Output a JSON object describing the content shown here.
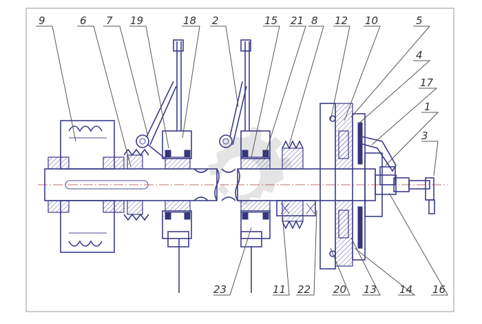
{
  "title": "",
  "callouts": {
    "c9": "9",
    "c6": "6",
    "c7": "7",
    "c19": "19",
    "c18": "18",
    "c2": "2",
    "c15": "15",
    "c21": "21",
    "c8": "8",
    "c12": "12",
    "c10": "10",
    "c5": "5",
    "c4": "4",
    "c17": "17",
    "c1": "1",
    "c3": "3",
    "c23": "23",
    "c11": "11",
    "c22": "22",
    "c20": "20",
    "c13": "13",
    "c14": "14",
    "c16": "16"
  },
  "colors": {
    "line": "#3a3a8a",
    "centerline": "#b04040",
    "leader": "#555555",
    "watermark": "#cfcfcf"
  },
  "watermark_icon": "gear-icon"
}
